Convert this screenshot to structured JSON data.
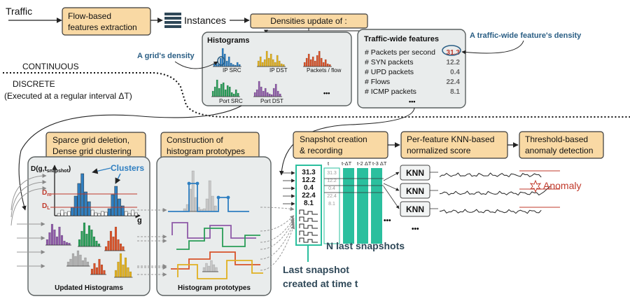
{
  "top": {
    "traffic": "Traffic",
    "flow_box": [
      "Flow-based",
      "features extraction"
    ],
    "instances": "Instances",
    "densities_box": "Densities update of :",
    "continuous": "CONTINUOUS",
    "discrete": "DISCRETE",
    "interval": "(Executed at a regular interval ΔT)"
  },
  "histograms": {
    "title": "Histograms",
    "grid_density": "A grid's density",
    "labels": [
      "IP SRC",
      "IP DST",
      "Packets / flow",
      "Port SRC",
      "Port DST"
    ],
    "ellipsis": "•••"
  },
  "traffic_wide": {
    "title": "Traffic-wide features",
    "annotation": "A traffic-wide feature's density",
    "items": [
      {
        "name": "# Packets per second",
        "value": "31.3"
      },
      {
        "name": "# SYN packets",
        "value": "12.2"
      },
      {
        "name": "# UPD packets",
        "value": "0.4"
      },
      {
        "name": "# Flows",
        "value": "22.4"
      },
      {
        "name": "# ICMP packets",
        "value": "8.1"
      }
    ],
    "ellipsis": "•••"
  },
  "steps": {
    "sparse": [
      "Sparce grid deletion,",
      "Dense grid clustering"
    ],
    "construction": [
      "Construction of",
      "histogram prototypes"
    ],
    "snapshot": [
      "Snapshot creation",
      "& recording"
    ],
    "knn_score": [
      "Per-feature KNN-based",
      "normalized score"
    ],
    "threshold": [
      "Threshold-based",
      "anomaly detection"
    ]
  },
  "cluster_panel": {
    "ylabel": "D(g,t",
    "ylabel_sub": "snapshot",
    "ylabel_end": ")",
    "clusters": "Clusters",
    "dm": "D",
    "dm_sub": "m",
    "dl": "D",
    "dl_sub": "L",
    "x": "g",
    "caption": "Updated Histograms"
  },
  "prototype_panel": {
    "caption": "Histogram prototypes"
  },
  "snapshots": {
    "values": [
      "31.3",
      "12.2",
      "0.4",
      "22.4",
      "8.1"
    ],
    "col_labels": [
      "t",
      "t-ΔT",
      "t-2 ΔT",
      "t-3 ΔT"
    ],
    "n_last": "N last snapshots",
    "last_snapshot": [
      "Last snapshot",
      "created at time t"
    ],
    "ellipsis": "•••"
  },
  "knn": {
    "label": "KNN",
    "ellipsis": "•••",
    "anomaly": "Anomaly"
  },
  "colors": {
    "orange_box": "#f9d9a4",
    "grey_panel": "#e9ecec",
    "teal": "#2bbf9e",
    "blue": "#2a5e84",
    "red": "#c0392b"
  }
}
